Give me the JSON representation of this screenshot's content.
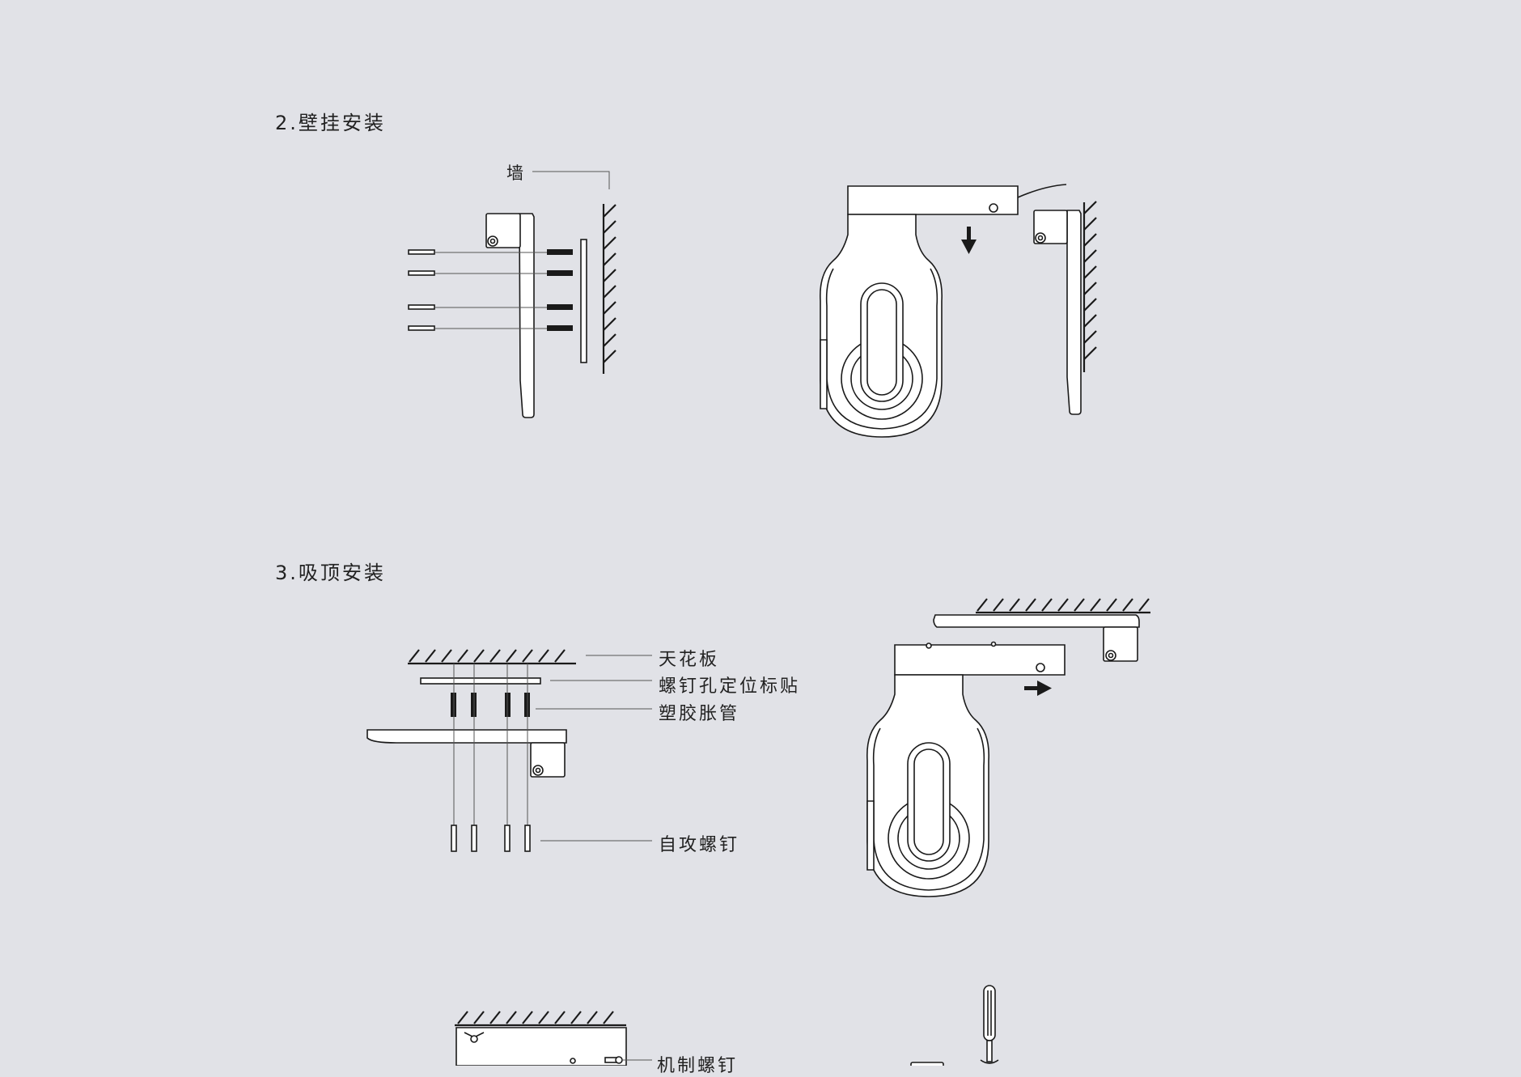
{
  "sections": [
    {
      "id": "wall",
      "title": "2.壁挂安装"
    },
    {
      "id": "ceiling",
      "title": "3.吸顶安装"
    }
  ],
  "labels": {
    "wall": "墙",
    "ceiling_board": "天花板",
    "screw_hole_sticker": "螺钉孔定位标贴",
    "plastic_anchor": "塑胶胀管",
    "self_tapping_screw": "自攻螺钉",
    "machine_screw": "机制螺钉"
  },
  "icons": [
    "arrow-down-icon",
    "arrow-right-icon",
    "screwdriver-icon",
    "screw-icon",
    "wall-hatch-icon"
  ],
  "colors": {
    "background": "#e1e2e7",
    "line": "#1a1a1a",
    "fill": "#ffffff"
  }
}
